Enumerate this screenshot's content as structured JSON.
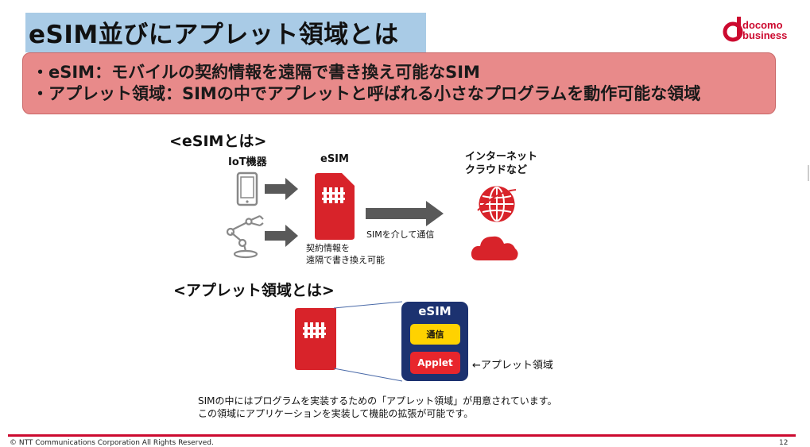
{
  "slide": {
    "title": "eSIM並びにアプレット領域とは",
    "summary": [
      "・eSIM：モバイルの契約情報を遠隔で書き換え可能なSIM",
      "・アプレット領域：SIMの中でアプレットと呼ばれる小さなプログラムを動作可能な領域"
    ]
  },
  "logo": {
    "line1": "docomo",
    "line2": "business",
    "brand_color": "#cc0a2f"
  },
  "esim_section": {
    "heading": "<eSIMとは>",
    "iot_label": "IoT機器",
    "esim_label": "eSIM",
    "internet_label": [
      "インターネット",
      "クラウドなど"
    ],
    "contract_label": [
      "契約情報を",
      "遠隔で書き換え可能"
    ],
    "via_label": "SIMを介して通信",
    "icons": [
      "smartphone-icon",
      "robot-arm-icon",
      "sim-card-icon",
      "globe-icon",
      "cloud-icon"
    ]
  },
  "applet_section": {
    "heading": "<アプレット領域とは>",
    "card_title": "eSIM",
    "comm_label": "通信",
    "applet_label": "Applet",
    "applet_arrow_label": "←アプレット領域",
    "description": [
      "SIMの中にはプログラムを実装するための「アプレット領域」が用意されています。",
      "この領域にアプリケーションを実装して機能の拡張が可能です。"
    ],
    "colors": {
      "card": "#1c3270",
      "comm": "#ffd200",
      "applet": "#e8262c"
    }
  },
  "footer": {
    "copyright": "© NTT Communications Corporation All Rights Reserved.",
    "page_number": "12"
  },
  "colors": {
    "accent_red": "#cc0a2f",
    "title_band": "#a9cbe6",
    "summary_box": "#e88a8a"
  }
}
